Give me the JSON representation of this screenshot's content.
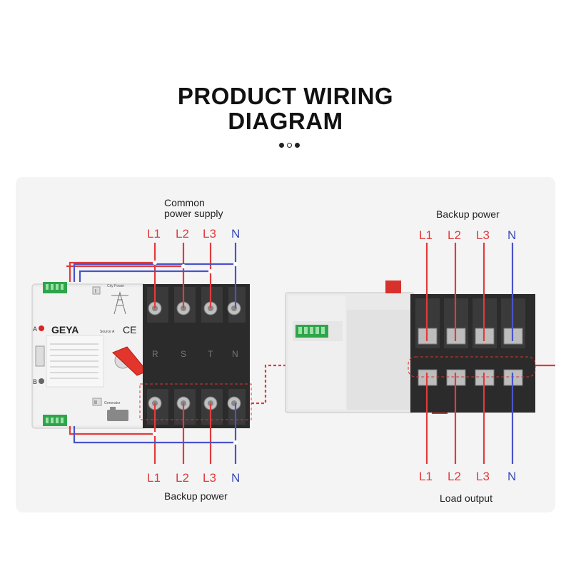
{
  "title": {
    "line1": "PRODUCT WIRING",
    "line2": "DIAGRAM"
  },
  "colors": {
    "live": "#e23b3b",
    "neutral": "#4a53c9",
    "text": "#222222",
    "label_red": "#e23b3b",
    "label_blue": "#3a4ab8"
  },
  "left_device": {
    "top_caption_line1": "Common",
    "top_caption_line2": "power supply",
    "bottom_caption": "Backup power",
    "top_terminals": [
      "L1",
      "L2",
      "L3",
      "N"
    ],
    "bottom_terminals": [
      "L1",
      "L2",
      "L3",
      "N"
    ],
    "brand": "GEYA",
    "mark": "CE",
    "phase_letters": [
      "R",
      "S",
      "T",
      "N"
    ],
    "source_1": "I",
    "source_2": "II",
    "city_power": "City Power",
    "generator": "Generator",
    "source_a": "Source A",
    "led_a": "A",
    "led_b": "B"
  },
  "right_device": {
    "top_caption": "Backup power",
    "bottom_caption": "Load output",
    "top_terminals": [
      "L1",
      "L2",
      "L3",
      "N"
    ],
    "bottom_terminals": [
      "L1",
      "L2",
      "L3",
      "N"
    ]
  }
}
